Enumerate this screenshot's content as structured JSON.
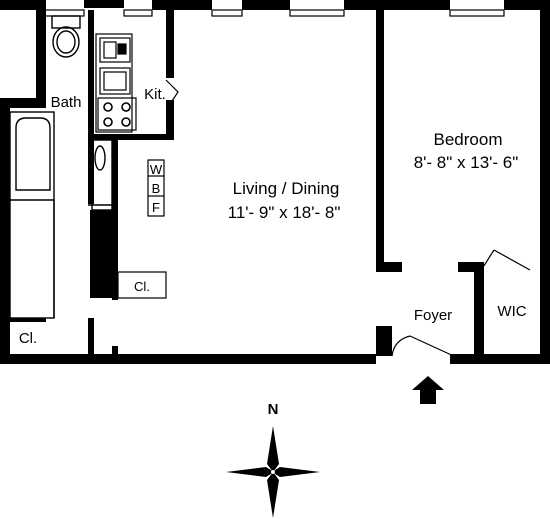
{
  "rooms": {
    "bath": "Bath",
    "kitchen": "Kit.",
    "bedroom_name": "Bedroom",
    "bedroom_size": "8'- 8\" x 13'- 6\"",
    "living_name": "Living / Dining",
    "living_size": "11'- 9\" x 18'- 8\"",
    "foyer": "Foyer",
    "wic": "WIC",
    "closet_kitchen": "Cl.",
    "closet_bath": "Cl."
  },
  "appliances": {
    "wbf_w": "W",
    "wbf_b": "B",
    "wbf_f": "F"
  },
  "compass": {
    "north_label": "N"
  }
}
